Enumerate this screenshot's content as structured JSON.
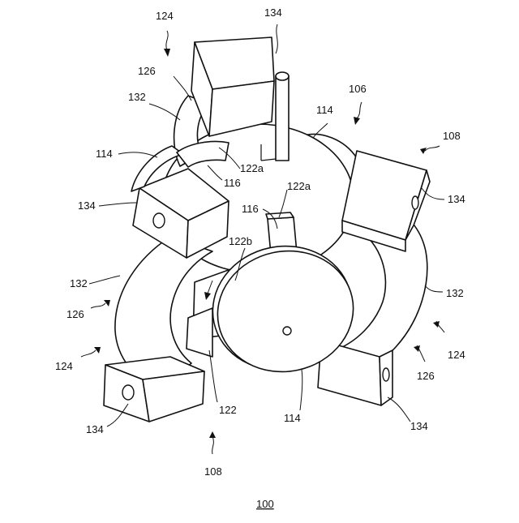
{
  "figure": {
    "number": "100",
    "labels": {
      "l124_top": "124",
      "l134_top": "134",
      "l126_top": "126",
      "l106": "106",
      "l132_top": "132",
      "l114_top": "114",
      "l108_right": "108",
      "l114_left": "114",
      "l122a_top": "122a",
      "l116_top": "116",
      "l134_right": "134",
      "l134_left": "134",
      "l122a_mid": "122a",
      "l116_mid": "116",
      "l122b": "122b",
      "l132_left": "132",
      "l132_right": "132",
      "l126_left": "126",
      "l124_left": "124",
      "l124_right": "124",
      "l126_right": "126",
      "l122": "122",
      "l114_bottom": "114",
      "l134_bottom_left": "134",
      "l134_bottom_right": "134",
      "l108_bottom": "108"
    }
  }
}
